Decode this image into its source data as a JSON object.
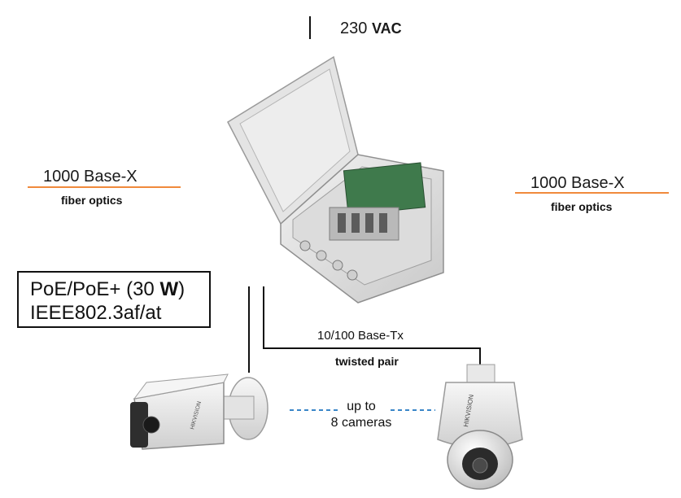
{
  "power": {
    "value": "230",
    "unit": "VAC"
  },
  "uplink_left": {
    "standard_prefix": "1000 Base-",
    "standard_suffix": "X",
    "medium": "fiber optics"
  },
  "uplink_right": {
    "standard_prefix": "1000 Base-",
    "standard_suffix": "X",
    "medium": "fiber optics"
  },
  "poe": {
    "line1_prefix": "PoE/PoE+ (30 ",
    "line1_bold": "W",
    "line1_suffix": ")",
    "line2": "IEEE802.3af/at"
  },
  "downlink": {
    "standard": "10/100 Base-Tx",
    "medium": "twisted pair"
  },
  "camera_count": {
    "line1": "up to",
    "line2": "8 cameras"
  },
  "colors": {
    "fiber_line": "#f08a3c",
    "cable": "#111111",
    "dashes": "#3a86c8"
  },
  "icons": [
    "enclosure-box-icon",
    "bullet-camera-icon",
    "ptz-dome-camera-icon",
    "hikvision-logo"
  ],
  "brand_text": "HIKVISION"
}
